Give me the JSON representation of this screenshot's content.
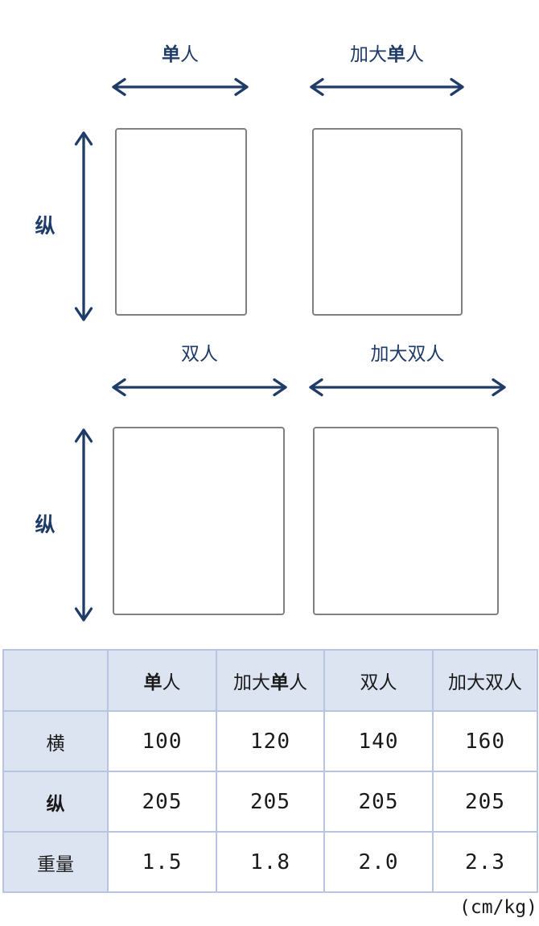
{
  "colors": {
    "accent": "#1f3b67",
    "rect_border": "#808080",
    "table_border": "#b7c5e2",
    "table_head_bg": "#dde4f1",
    "text": "#1a1a1a"
  },
  "emphasis_chars": "单纵",
  "diagram": {
    "top": {
      "left_label": "单人",
      "right_label": "加大单人",
      "axis_label": "纵"
    },
    "bottom": {
      "left_label": "双人",
      "right_label": "加大双人",
      "axis_label": "纵"
    }
  },
  "table": {
    "columns": [
      "",
      "单人",
      "加大单人",
      "双人",
      "加大双人"
    ],
    "rows": [
      {
        "label": "横",
        "values": [
          "100",
          "120",
          "140",
          "160"
        ]
      },
      {
        "label": "纵",
        "values": [
          "205",
          "205",
          "205",
          "205"
        ]
      },
      {
        "label": "重量",
        "values": [
          "1.5",
          "1.8",
          "2.0",
          "2.3"
        ]
      }
    ],
    "unit_note": "(cm/kg)"
  }
}
